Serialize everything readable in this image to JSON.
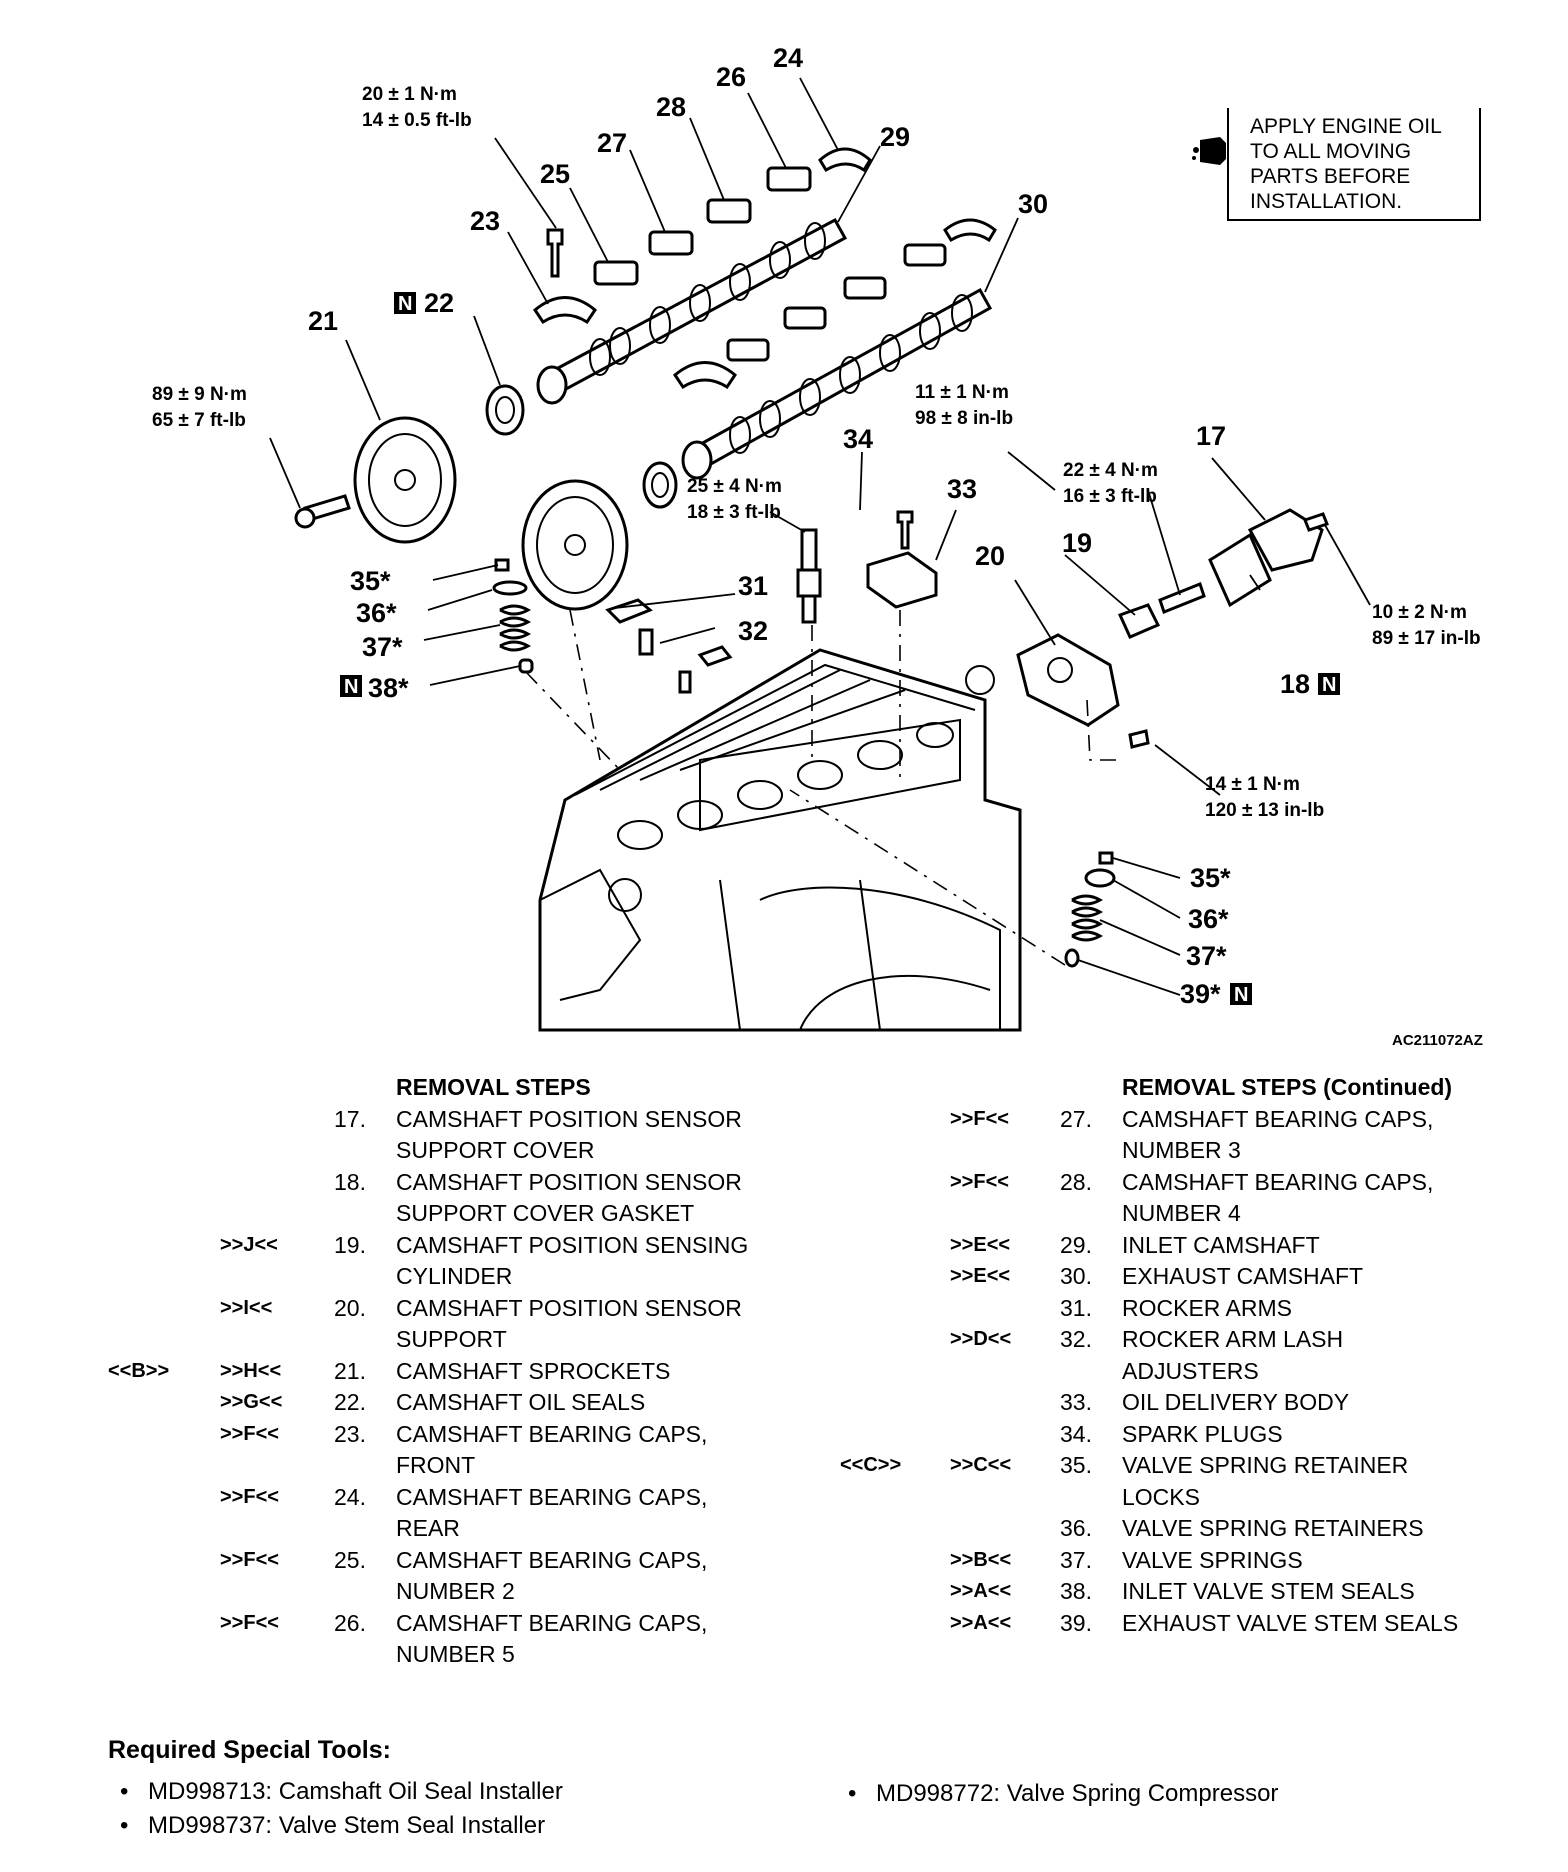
{
  "note": {
    "lines": [
      "APPLY ENGINE OIL",
      "TO ALL MOVING",
      "PARTS BEFORE",
      "INSTALLATION."
    ],
    "icon": "oil-can-icon"
  },
  "reference_code": "AC211072AZ",
  "callouts": {
    "n17": "17",
    "n18": "18",
    "n19": "19",
    "n20": "20",
    "n21": "21",
    "n22": "22",
    "n23": "23",
    "n24": "24",
    "n25": "25",
    "n26": "26",
    "n27": "27",
    "n28": "28",
    "n29": "29",
    "n30": "30",
    "n31": "31",
    "n32": "32",
    "n33": "33",
    "n34": "34",
    "n35a": "35*",
    "n36a": "36*",
    "n37a": "37*",
    "n38": "38*",
    "n35b": "35*",
    "n36b": "36*",
    "n37b": "37*",
    "n39": "39*",
    "new_part_mark": "N"
  },
  "torques": {
    "t23": [
      "20 ± 1 N·m",
      "14 ± 0.5 ft-lb"
    ],
    "t21": [
      "89 ± 9 N·m",
      "65 ± 7 ft-lb"
    ],
    "t34": [
      "25 ± 4 N·m",
      "18 ± 3 ft-lb"
    ],
    "t33": [
      "11 ± 1 N·m",
      "98 ± 8 in-lb"
    ],
    "t19": [
      "22 ± 4 N·m",
      "16 ± 3 ft-lb"
    ],
    "t17": [
      "10 ± 2 N·m",
      "89 ± 17 in-lb"
    ],
    "t20": [
      "14 ± 1 N·m",
      "120 ± 13 in-lb"
    ]
  },
  "removal_steps": {
    "title": "REMOVAL STEPS",
    "rows": [
      {
        "pre": "",
        "code": "",
        "num": "17.",
        "text": "CAMSHAFT POSITION SENSOR"
      },
      {
        "pre": "",
        "code": "",
        "num": "",
        "text": "SUPPORT COVER"
      },
      {
        "pre": "",
        "code": "",
        "num": "18.",
        "text": "CAMSHAFT POSITION SENSOR"
      },
      {
        "pre": "",
        "code": "",
        "num": "",
        "text": "SUPPORT COVER GASKET"
      },
      {
        "pre": "",
        "code": ">>J<<",
        "num": "19.",
        "text": "CAMSHAFT POSITION SENSING"
      },
      {
        "pre": "",
        "code": "",
        "num": "",
        "text": "CYLINDER"
      },
      {
        "pre": "",
        "code": ">>I<<",
        "num": "20.",
        "text": "CAMSHAFT POSITION SENSOR"
      },
      {
        "pre": "",
        "code": "",
        "num": "",
        "text": "SUPPORT"
      },
      {
        "pre": "<<B>>",
        "code": ">>H<<",
        "num": "21.",
        "text": "CAMSHAFT SPROCKETS"
      },
      {
        "pre": "",
        "code": ">>G<<",
        "num": "22.",
        "text": "CAMSHAFT OIL SEALS"
      },
      {
        "pre": "",
        "code": ">>F<<",
        "num": "23.",
        "text": "CAMSHAFT BEARING CAPS,"
      },
      {
        "pre": "",
        "code": "",
        "num": "",
        "text": "FRONT"
      },
      {
        "pre": "",
        "code": ">>F<<",
        "num": "24.",
        "text": "CAMSHAFT BEARING CAPS,"
      },
      {
        "pre": "",
        "code": "",
        "num": "",
        "text": "REAR"
      },
      {
        "pre": "",
        "code": ">>F<<",
        "num": "25.",
        "text": "CAMSHAFT BEARING CAPS,"
      },
      {
        "pre": "",
        "code": "",
        "num": "",
        "text": "NUMBER 2"
      },
      {
        "pre": "",
        "code": ">>F<<",
        "num": "26.",
        "text": "CAMSHAFT BEARING CAPS,"
      },
      {
        "pre": "",
        "code": "",
        "num": "",
        "text": "NUMBER 5"
      }
    ]
  },
  "removal_steps_continued": {
    "title": "REMOVAL STEPS (Continued)",
    "rows": [
      {
        "pre": "",
        "code": ">>F<<",
        "num": "27.",
        "text": "CAMSHAFT BEARING CAPS,"
      },
      {
        "pre": "",
        "code": "",
        "num": "",
        "text": "NUMBER 3"
      },
      {
        "pre": "",
        "code": ">>F<<",
        "num": "28.",
        "text": "CAMSHAFT BEARING CAPS,"
      },
      {
        "pre": "",
        "code": "",
        "num": "",
        "text": "NUMBER 4"
      },
      {
        "pre": "",
        "code": ">>E<<",
        "num": "29.",
        "text": "INLET CAMSHAFT"
      },
      {
        "pre": "",
        "code": ">>E<<",
        "num": "30.",
        "text": "EXHAUST CAMSHAFT"
      },
      {
        "pre": "",
        "code": "",
        "num": "31.",
        "text": "ROCKER ARMS"
      },
      {
        "pre": "",
        "code": ">>D<<",
        "num": "32.",
        "text": "ROCKER ARM LASH"
      },
      {
        "pre": "",
        "code": "",
        "num": "",
        "text": "ADJUSTERS"
      },
      {
        "pre": "",
        "code": "",
        "num": "33.",
        "text": "OIL DELIVERY BODY"
      },
      {
        "pre": "",
        "code": "",
        "num": "34.",
        "text": "SPARK PLUGS"
      },
      {
        "pre": "<<C>>",
        "code": ">>C<<",
        "num": "35.",
        "text": "VALVE SPRING RETAINER"
      },
      {
        "pre": "",
        "code": "",
        "num": "",
        "text": "LOCKS"
      },
      {
        "pre": "",
        "code": "",
        "num": "36.",
        "text": "VALVE SPRING RETAINERS"
      },
      {
        "pre": "",
        "code": ">>B<<",
        "num": "37.",
        "text": "VALVE SPRINGS"
      },
      {
        "pre": "",
        "code": ">>A<<",
        "num": "38.",
        "text": "INLET VALVE STEM SEALS"
      },
      {
        "pre": "",
        "code": ">>A<<",
        "num": "39.",
        "text": "EXHAUST VALVE STEM SEALS"
      }
    ]
  },
  "tools": {
    "title": "Required Special Tools:",
    "items": [
      "MD998713: Camshaft Oil Seal Installer",
      "MD998737: Valve Stem Seal Installer",
      "MD998772: Valve Spring Compressor"
    ]
  }
}
